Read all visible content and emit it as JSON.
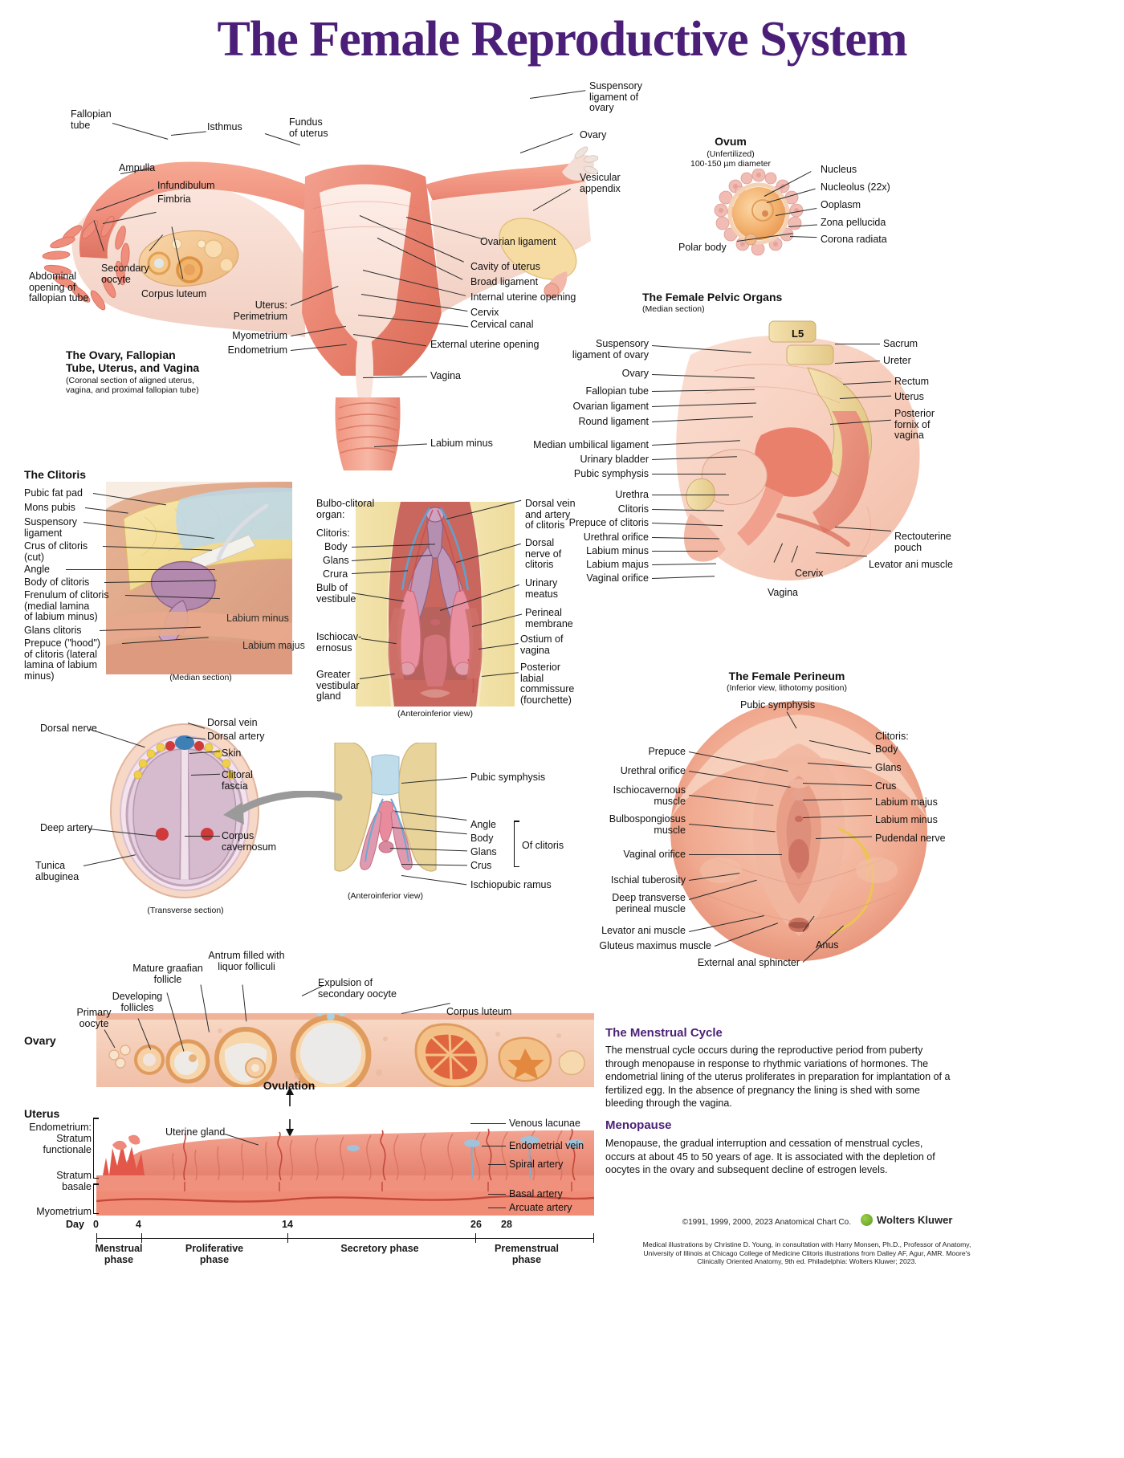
{
  "title": "The Female Reproductive System",
  "sections": {
    "uterus": {
      "heading": "The Ovary, Fallopian\nTube, Uterus, and Vagina",
      "subheading": "(Coronal section of aligned uterus,\nvagina, and proximal fallopian tube)",
      "labels_left": [
        "Fallopian\ntube",
        "Isthmus",
        "Fundus\nof uterus",
        "Ampulla",
        "Infundibulum",
        "Fimbria",
        "Abdominal\nopening of\nfallopian tube",
        "Secondary\noocyte",
        "Corpus luteum",
        "Uterus:\n  Perimetrium",
        "Myometrium",
        "Endometrium"
      ],
      "labels_right": [
        "Suspensory\nligament of\novary",
        "Ovary",
        "Vesicular\nappendix",
        "Ovarian ligament",
        "Cavity of uterus",
        "Broad ligament",
        "Internal uterine opening",
        "Cervix",
        "Cervical canal",
        "External uterine opening",
        "Vagina",
        "Labium minus"
      ]
    },
    "ovum": {
      "heading": "Ovum",
      "sub1": "(Unfertilized)",
      "sub2": "100-150 µm diameter",
      "labels": [
        "Nucleus",
        "Nucleolus (22x)",
        "Ooplasm",
        "Zona pellucida",
        "Corona radiata",
        "Polar body"
      ]
    },
    "pelvic": {
      "heading": "The Female Pelvic Organs",
      "subheading": "(Median section)",
      "vertebra": "L5",
      "labels_left": [
        "Suspensory\nligament of ovary",
        "Ovary",
        "Fallopian tube",
        "Ovarian ligament",
        "Round ligament",
        "Median umbilical ligament",
        "Urinary bladder",
        "Pubic symphysis",
        "Urethra",
        "Clitoris",
        "Prepuce of clitoris",
        "Urethral orifice",
        "Labium minus",
        "Labium majus",
        "Vaginal orifice"
      ],
      "labels_right": [
        "Sacrum",
        "Ureter",
        "Rectum",
        "Uterus",
        "Posterior\nfornix of\nvagina",
        "Rectouterine\npouch",
        "Levator ani muscle"
      ],
      "labels_bottom": [
        "Vagina",
        "Cervix"
      ]
    },
    "clitoris": {
      "heading": "The Clitoris",
      "caption": "(Median section)",
      "labels_left": [
        "Pubic fat pad",
        "Mons pubis",
        "Suspensory\nligament",
        "Crus of clitoris\n(cut)",
        "Angle",
        "Body of clitoris",
        "Frenulum of clitoris\n(medial lamina\nof labium minus)",
        "Glans clitoris",
        "Prepuce (\"hood\")\nof clitoris (lateral\nlamina of labium\nminus)"
      ],
      "labels_inner": [
        "Labium minus",
        "Labium majus"
      ]
    },
    "bulbo": {
      "caption": "(Anteroinferior view)",
      "labels_left": [
        "Bulbo-clitoral\norgan:",
        "Clitoris:",
        "Body",
        "Glans",
        "Crura",
        "Bulb of\nvestibule",
        "Ischiocav-\nernosus",
        "Greater\nvestibular\ngland"
      ],
      "labels_right": [
        "Dorsal vein\nand artery\nof clitoris",
        "Dorsal\nnerve of\nclitoris",
        "Urinary\nmeatus",
        "Perineal\nmembrane",
        "Ostium of\nvagina",
        "Posterior\nlabial\ncommissure\n(fourchette)"
      ]
    },
    "transverse": {
      "caption": "(Transverse section)",
      "labels_left": [
        "Dorsal nerve",
        "Deep artery",
        "Tunica\nalbuginea"
      ],
      "labels_right": [
        "Dorsal vein",
        "Dorsal artery",
        "Skin",
        "Clitoral\nfascia",
        "Corpus\ncavernosum"
      ]
    },
    "bone": {
      "caption": "(Anteroinferior view)",
      "labels_right": [
        "Pubic symphysis",
        "Angle",
        "Body",
        "Glans",
        "Crus",
        "Ischiopubic ramus"
      ],
      "group_label": "Of clitoris"
    },
    "perineum": {
      "heading": "The Female Perineum",
      "subheading": "(Inferior view, lithotomy position)",
      "labels_top": [
        "Pubic symphysis"
      ],
      "labels_left": [
        "Prepuce",
        "Urethral orifice",
        "Ischiocavernous\nmuscle",
        "Bulbospongiosus\nmuscle",
        "Vaginal orifice",
        "Ischial tuberosity",
        "Deep transverse\nperineal muscle",
        "Levator ani muscle",
        "Gluteus maximus muscle",
        "External anal sphincter"
      ],
      "labels_right": [
        "Clitoris:",
        "Body",
        "Glans",
        "Crus",
        "Labium majus",
        "Labium minus",
        "Pudendal nerve",
        "Anus"
      ]
    },
    "cycle": {
      "ovary_label": "Ovary",
      "uterus_label": "Uterus",
      "ovulation_label": "Ovulation",
      "ovary_labels": [
        "Primary\noocyte",
        "Developing\nfollicles",
        "Mature graafian\nfollicle",
        "Antrum filled with\nliquor folliculi",
        "Expulsion of\nsecondary oocyte",
        "Corpus luteum"
      ],
      "uterus_labels_left": [
        "Endometrium:",
        "Stratum\nfunctionale",
        "Stratum\nbasale",
        "Myometrium"
      ],
      "uterus_labels_right": [
        "Venous lacunae",
        "Endometrial vein",
        "Spiral artery",
        "Basal artery",
        "Arcuate artery"
      ],
      "uterine_gland_label": "Uterine gland",
      "day_prefix": "Day",
      "days": [
        "0",
        "4",
        "14",
        "26",
        "28"
      ],
      "phases": [
        "Menstrual\nphase",
        "Proliferative\nphase",
        "Secretory\nphase",
        "Premenstrual\nphase"
      ]
    },
    "menstrual_text": {
      "heading": "The Menstrual Cycle",
      "body": "The menstrual cycle occurs during the reproductive period from puberty through menopause in response to rhythmic variations of hormones. The endometrial lining of the uterus proliferates in preparation for implantation of a fertilized egg. In the absence of pregnancy the lining is shed with some bleeding through the vagina."
    },
    "menopause_text": {
      "heading": "Menopause",
      "body": "Menopause, the gradual interruption and cessation of menstrual cycles, occurs at about 45 to 50 years of age. It is associated with the depletion of oocytes in the ovary and subsequent decline of estrogen levels."
    },
    "footer": {
      "copyright": "©1991, 1999, 2000, 2023 Anatomical Chart Co.",
      "brand": "Wolters Kluwer",
      "credits": "Medical illustrations by Christine D. Young, in consultation with Harry Monsen, Ph.D., Professor of Anatomy, University of Illinois at Chicago College of Medicine  Clitoris illustrations from Dalley AF, Agur, AMR. Moore's Clinically Oriented Anatomy, 9th ed. Philadelphia: Wolters Kluwer; 2023."
    }
  },
  "colors": {
    "title_purple": "#4b1f77",
    "heading_purple": "#4b1f77",
    "tissue_pink": "#ef8e7c",
    "tissue_light": "#f6c3b4",
    "fat_yellow": "#f2dfa0",
    "muscle_red": "#cf6a62",
    "bone_tan": "#e8d49a"
  }
}
